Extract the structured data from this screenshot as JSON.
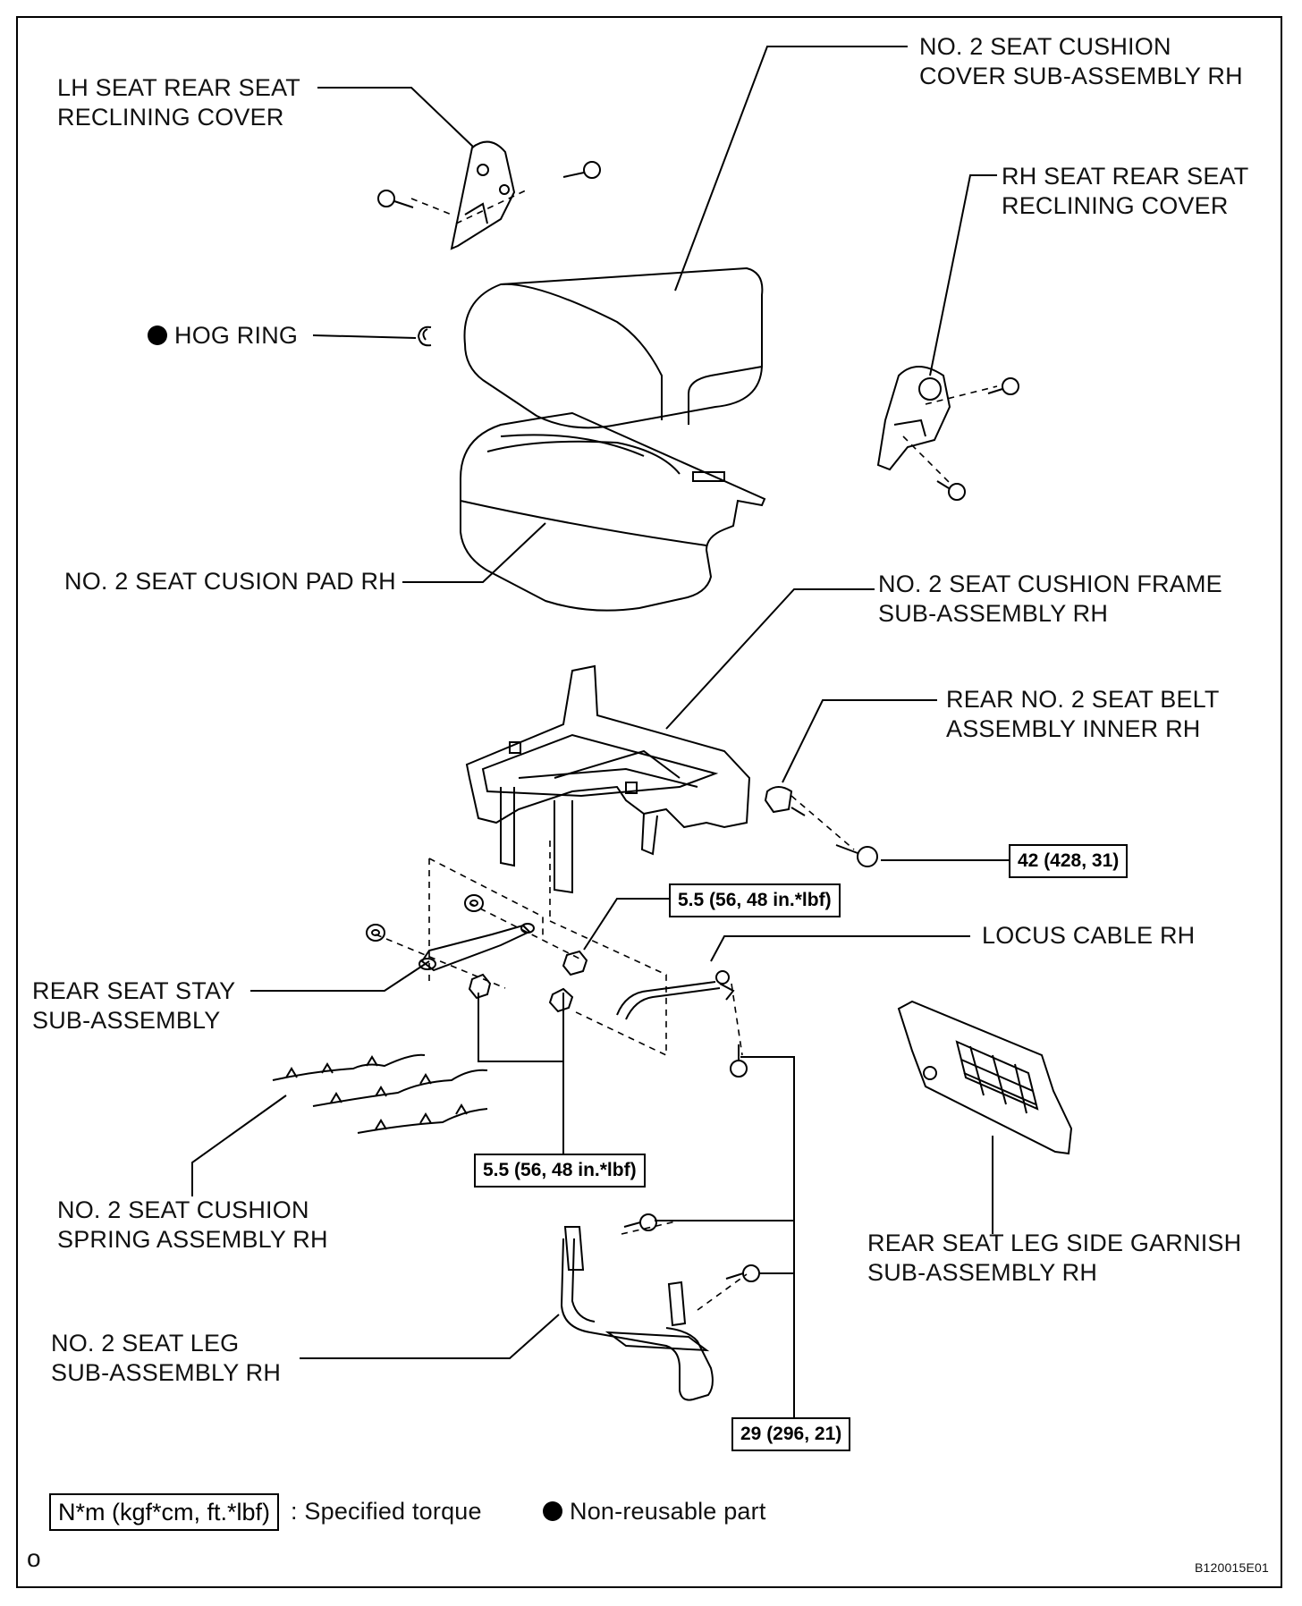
{
  "labels": {
    "lh_cover": [
      "LH SEAT REAR SEAT",
      "RECLINING COVER"
    ],
    "cushion_cover": [
      "NO. 2 SEAT CUSHION",
      "COVER SUB-ASSEMBLY RH"
    ],
    "rh_cover": [
      "RH SEAT REAR SEAT",
      "RECLINING COVER"
    ],
    "hog_ring": "HOG RING",
    "pad": "NO. 2 SEAT CUSION PAD RH",
    "frame": [
      "NO. 2 SEAT CUSHION FRAME",
      "SUB-ASSEMBLY RH"
    ],
    "belt": [
      "REAR NO. 2 SEAT BELT",
      "ASSEMBLY INNER RH"
    ],
    "locus_cable": "LOCUS CABLE RH",
    "stay": [
      "REAR SEAT STAY",
      "SUB-ASSEMBLY"
    ],
    "spring": [
      "NO. 2 SEAT CUSHION",
      "SPRING ASSEMBLY RH"
    ],
    "garnish": [
      "REAR SEAT LEG SIDE GARNISH",
      "SUB-ASSEMBLY RH"
    ],
    "leg": [
      "NO. 2 SEAT LEG",
      "SUB-ASSEMBLY RH"
    ]
  },
  "torques": {
    "belt_bolt": "42 (428, 31)",
    "stay_upper": "5.5 (56, 48 in.*lbf)",
    "stay_lower": "5.5 (56, 48 in.*lbf)",
    "leg_bolts": "29 (296, 21)"
  },
  "legend": {
    "torque_unit": "N*m (kgf*cm, ft.*lbf)",
    "torque_desc": ": Specified torque",
    "non_reusable": "Non-reusable part"
  },
  "corner_mark": "o",
  "figure_code": "B120015E01"
}
